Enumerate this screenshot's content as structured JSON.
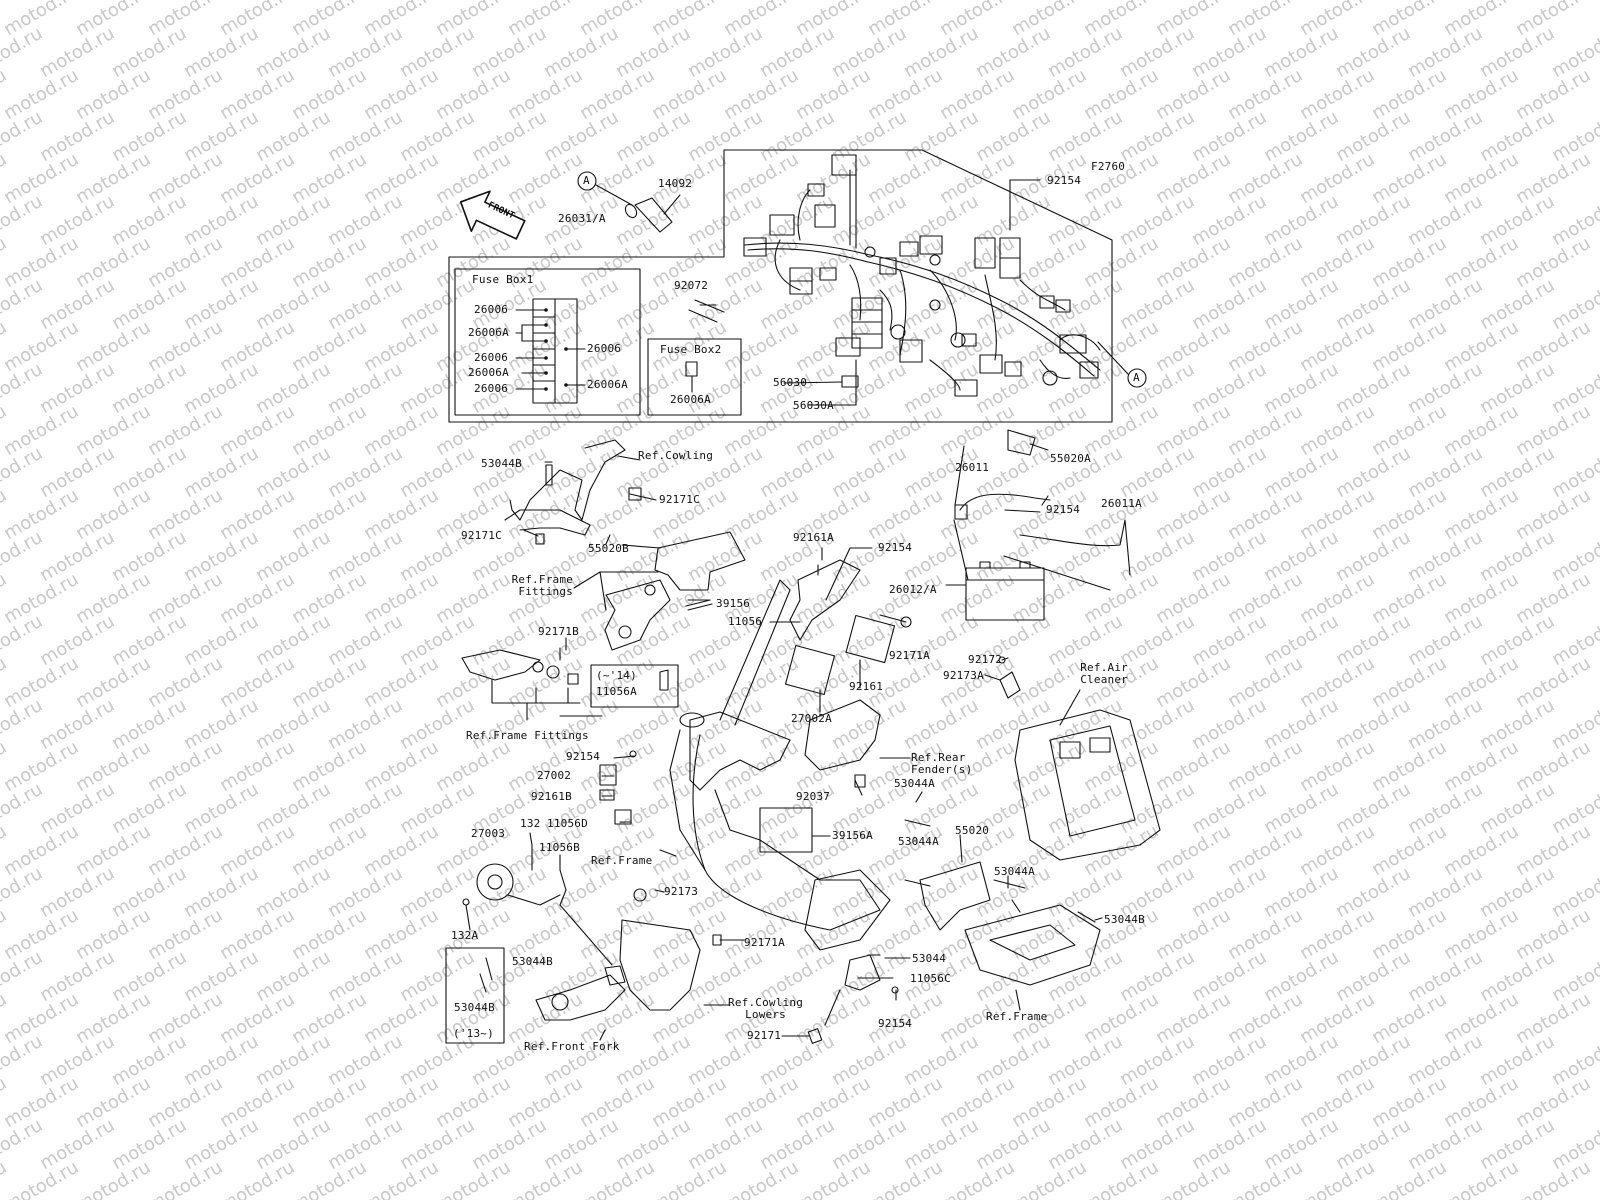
{
  "watermark": {
    "text": "motod.ru",
    "color": "#c8c8c8"
  },
  "diagram_code": "F2760",
  "front_arrow": "FRONT",
  "circle_ref": "A",
  "fuse_box1": {
    "title": "Fuse Box1",
    "left_labels": [
      "26006",
      "26006A",
      "26006",
      "26006A",
      "26006"
    ],
    "right_labels": [
      "26006",
      "26006A"
    ]
  },
  "fuse_box2": {
    "title": "Fuse Box2",
    "label": "26006A"
  },
  "parts": {
    "p14092": "14092",
    "p26031A": "26031/A",
    "p92072": "92072",
    "p56030": "56030",
    "p56030A": "56030A",
    "p92154_top": "92154",
    "p53044B_a": "53044B",
    "ref_cowling": "Ref.Cowling",
    "p92171C_a": "92171C",
    "p92171C_b": "92171C",
    "p55020B": "55020B",
    "ref_frame_fittings_a": "Ref.Frame\nFittings",
    "p39156": "39156",
    "p92171B": "92171B",
    "note_14": "(~'14)",
    "p11056A": "11056A",
    "ref_frame_fittings_b": "Ref.Frame Fittings",
    "p92161A": "92161A",
    "p92154_b": "92154",
    "p11056": "11056",
    "p92171A_a": "92171A",
    "p92161": "92161",
    "p27002A": "27002A",
    "p55020A": "55020A",
    "p26011": "26011",
    "p92154_c": "92154",
    "p26011A": "26011A",
    "p26012A": "26012/A",
    "p92172": "92172",
    "p92173A": "92173A",
    "ref_air_cleaner": "Ref.Air\nCleaner",
    "p92154_d": "92154",
    "p27002": "27002",
    "p92161B": "92161B",
    "p132": "132",
    "p11056D": "11056D",
    "p27003": "27003",
    "p11056B": "11056B",
    "p132A": "132A",
    "ref_frame_a": "Ref.Frame",
    "ref_rear_fender": "Ref.Rear\nFender(s)",
    "p92037": "92037",
    "p53044A_a": "53044A",
    "p39156A": "39156A",
    "p53044A_b": "53044A",
    "p55020": "55020",
    "p53044A_c": "53044A",
    "p92173": "92173",
    "p92171A_b": "92171A",
    "p53044": "53044",
    "p53044B_b": "53044B",
    "p53044B_c": "53044B",
    "p53044B_d": "53044B",
    "note_13": "('13~)",
    "ref_front_fork": "Ref.Front Fork",
    "ref_cowling_lowers": "Ref.Cowling\nLowers",
    "p11056C": "11056C",
    "p92154_e": "92154",
    "p92171": "92171",
    "ref_frame_b": "Ref.Frame"
  }
}
